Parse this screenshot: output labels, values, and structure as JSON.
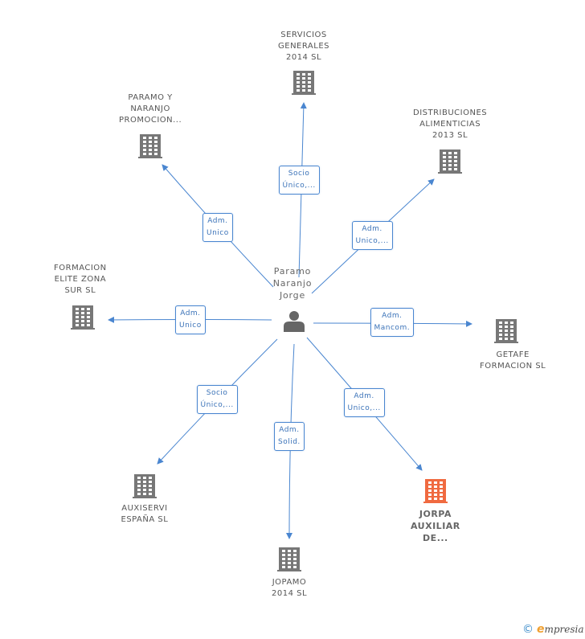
{
  "center": {
    "lines": [
      "Paramo",
      "Naranjo",
      "Jorge"
    ]
  },
  "nodes": [
    {
      "id": "servicios",
      "lines": [
        "SERVICIOS",
        "GENERALES",
        "2014  SL"
      ],
      "highlight": false
    },
    {
      "id": "paramo",
      "lines": [
        "PARAMO Y",
        "NARANJO",
        "PROMOCION..."
      ],
      "highlight": false
    },
    {
      "id": "distribuciones",
      "lines": [
        "DISTRIBUCIONES",
        "ALIMENTICIAS",
        "2013 SL"
      ],
      "highlight": false
    },
    {
      "id": "formacion",
      "lines": [
        "FORMACION",
        "ELITE ZONA",
        "SUR  SL"
      ],
      "highlight": false
    },
    {
      "id": "getafe",
      "lines": [
        "GETAFE",
        "FORMACION SL"
      ],
      "highlight": false
    },
    {
      "id": "auxiservi",
      "lines": [
        "AUXISERVI",
        "ESPAÑA  SL"
      ],
      "highlight": false
    },
    {
      "id": "jopamo",
      "lines": [
        "JOPAMO",
        "2014  SL"
      ],
      "highlight": false
    },
    {
      "id": "jorpa",
      "lines": [
        "JORPA",
        "AUXILIAR",
        "DE..."
      ],
      "highlight": true
    }
  ],
  "edges": [
    {
      "target": "servicios",
      "lines": [
        "Socio",
        "Único,..."
      ]
    },
    {
      "target": "paramo",
      "lines": [
        "Adm.",
        "Unico"
      ]
    },
    {
      "target": "distribuciones",
      "lines": [
        "Adm.",
        "Unico,..."
      ]
    },
    {
      "target": "formacion",
      "lines": [
        "Adm.",
        "Unico"
      ]
    },
    {
      "target": "getafe",
      "lines": [
        "Adm.",
        "Mancom."
      ]
    },
    {
      "target": "auxiservi",
      "lines": [
        "Socio",
        "Único,..."
      ]
    },
    {
      "target": "jopamo",
      "lines": [
        "Adm.",
        "Solid."
      ]
    },
    {
      "target": "jorpa",
      "lines": [
        "Adm.",
        "Unico,..."
      ]
    }
  ],
  "colors": {
    "building": "#777777",
    "highlight": "#f06a40",
    "edge": "#4a86d0",
    "person": "#666666"
  },
  "footer": {
    "copyright": "©",
    "brand_e": "e",
    "brand_rest": "mpresia"
  }
}
